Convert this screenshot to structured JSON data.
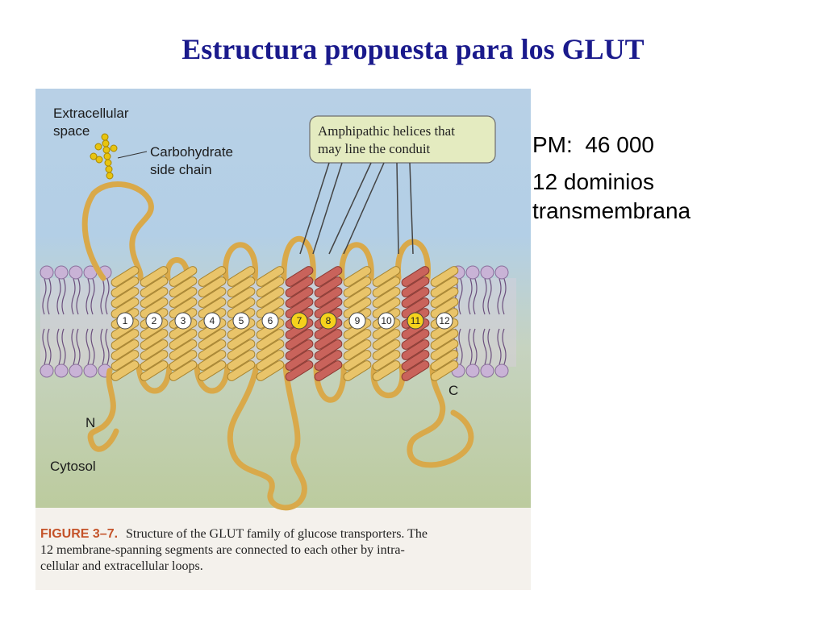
{
  "slide": {
    "title": "Estructura propuesta para los GLUT",
    "molecular_weight": "PM:  46 000",
    "domains": "12 dominios transmembrana"
  },
  "figure": {
    "labels": {
      "extracellular_line1": "Extracellular",
      "extracellular_line2": "space",
      "carbohydrate_line1": "Carbohydrate",
      "carbohydrate_line2": "side chain",
      "callout_line1": "Amphipathic helices that",
      "callout_line2": "may line the conduit",
      "n_terminus": "N",
      "c_terminus": "C",
      "cytosol": "Cytosol"
    },
    "helices": [
      "1",
      "2",
      "3",
      "4",
      "5",
      "6",
      "7",
      "8",
      "9",
      "10",
      "11",
      "12"
    ],
    "highlighted_helices": [
      "7",
      "8",
      "11"
    ],
    "caption": {
      "lead": "FIGURE 3–7.",
      "line1": "Structure of the GLUT family of glucose transporters. The",
      "line2": "12 membrane-spanning segments are connected to each other by intra-",
      "line3": "cellular and extracellular loops."
    },
    "colors": {
      "extracellular_bg": "#b9d1e6",
      "cytosol_bg": "#bccb9e",
      "helix_yellow": "#e9c46a",
      "helix_red": "#c9635b",
      "lipid_head": "#c9b3d6",
      "carbohydrate": "#e8c410"
    }
  }
}
